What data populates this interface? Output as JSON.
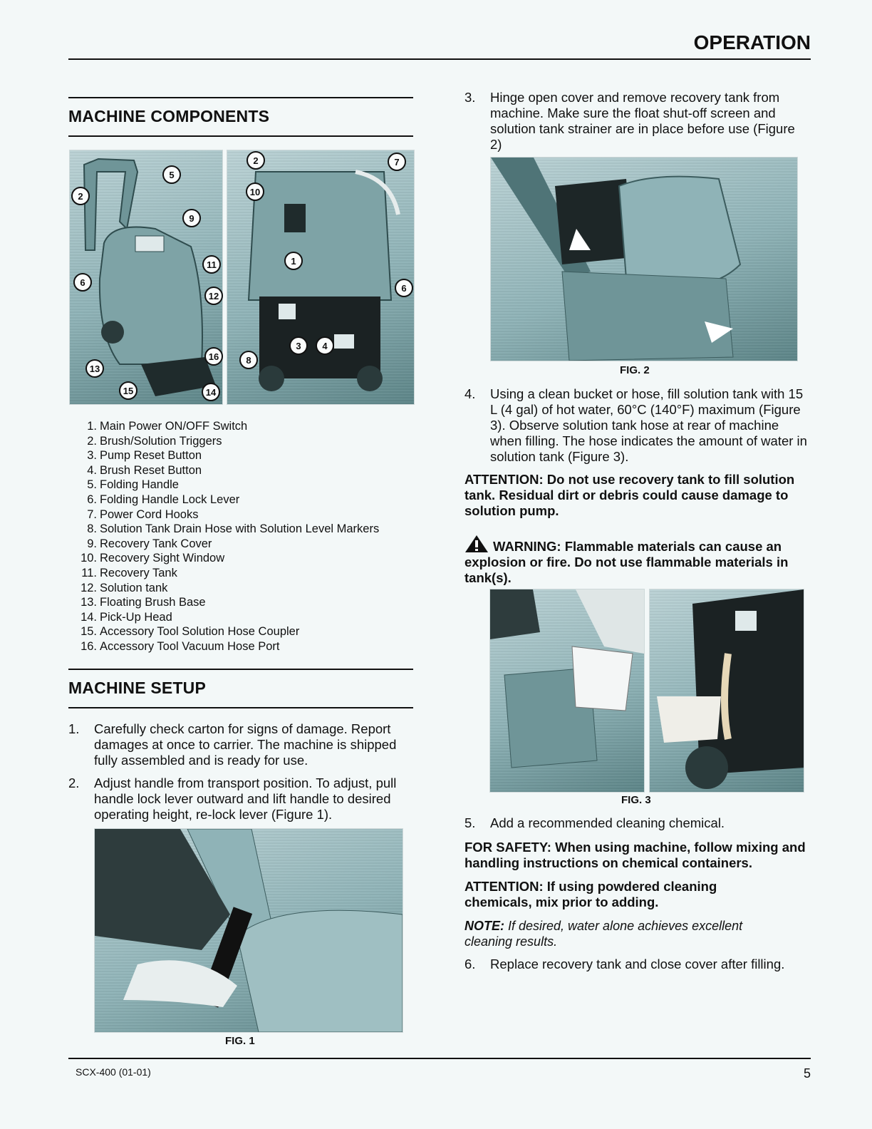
{
  "header": {
    "title": "OPERATION"
  },
  "components": {
    "heading": "MACHINE COMPONENTS",
    "items": [
      {
        "num": "1.",
        "label": "Main Power ON/OFF Switch"
      },
      {
        "num": "2.",
        "label": "Brush/Solution Triggers"
      },
      {
        "num": "3.",
        "label": "Pump Reset Button"
      },
      {
        "num": "4.",
        "label": "Brush Reset Button"
      },
      {
        "num": "5.",
        "label": "Folding Handle"
      },
      {
        "num": "6.",
        "label": "Folding Handle Lock Lever"
      },
      {
        "num": "7.",
        "label": "Power Cord Hooks"
      },
      {
        "num": "8.",
        "label": "Solution Tank Drain Hose with Solution Level Markers"
      },
      {
        "num": "9.",
        "label": "Recovery Tank Cover"
      },
      {
        "num": "10.",
        "label": "Recovery Sight Window"
      },
      {
        "num": "11.",
        "label": "Recovery Tank"
      },
      {
        "num": "12.",
        "label": "Solution tank"
      },
      {
        "num": "13.",
        "label": "Floating Brush Base"
      },
      {
        "num": "14.",
        "label": "Pick-Up Head"
      },
      {
        "num": "15.",
        "label": "Accessory Tool Solution Hose Coupler"
      },
      {
        "num": "16.",
        "label": "Accessory Tool Vacuum Hose Port"
      }
    ],
    "callouts_left": [
      "2",
      "5",
      "9",
      "6",
      "11",
      "12",
      "13",
      "16",
      "15",
      "14"
    ],
    "callouts_right": [
      "2",
      "7",
      "10",
      "1",
      "6",
      "8",
      "3",
      "4"
    ]
  },
  "setup": {
    "heading": "MACHINE SETUP",
    "step1": {
      "n": "1.",
      "text": "Carefully check carton for signs of damage. Report damages at once to carrier. The machine is shipped fully assembled and is ready for use."
    },
    "step2": {
      "n": "2.",
      "text": "Adjust handle from transport position. To adjust, pull handle lock lever outward and lift handle to desired operating height, re-lock lever (Figure 1)."
    },
    "fig1": "FIG. 1"
  },
  "right": {
    "step3": {
      "n": "3.",
      "text": "Hinge open cover and remove recovery tank from machine. Make sure the float shut-off screen and solution tank strainer are in place before use (Figure 2)"
    },
    "fig2": "FIG. 2",
    "step4": {
      "n": "4.",
      "text": "Using a clean bucket or hose, fill solution tank with 15 L (4 gal) of hot water, 60°C (140°F) maximum (Figure 3). Observe solution tank hose at rear of machine when filling. The hose indicates the amount of water in solution tank (Figure 3)."
    },
    "attention1": "ATTENTION: Do not use recovery tank to fill solution tank. Residual dirt or debris could cause damage to solution pump.",
    "warning": "WARNING: Flammable materials can cause an explosion or fire. Do not use flammable materials in tank(s).",
    "fig3": "FIG. 3",
    "step5": {
      "n": "5.",
      "text": "Add a recommended cleaning chemical."
    },
    "safety": "FOR SAFETY: When using machine, follow mixing and handling instructions on chemical containers.",
    "attention2": "ATTENTION: If using powdered cleaning chemicals, mix prior to adding.",
    "note_label": "NOTE:",
    "note_text": " If desired, water alone achieves excellent cleaning results.",
    "step6": {
      "n": "6.",
      "text": "Replace recovery tank and close cover after filling."
    }
  },
  "footer": {
    "model": "SCX-400  (01-01)",
    "page": "5"
  }
}
